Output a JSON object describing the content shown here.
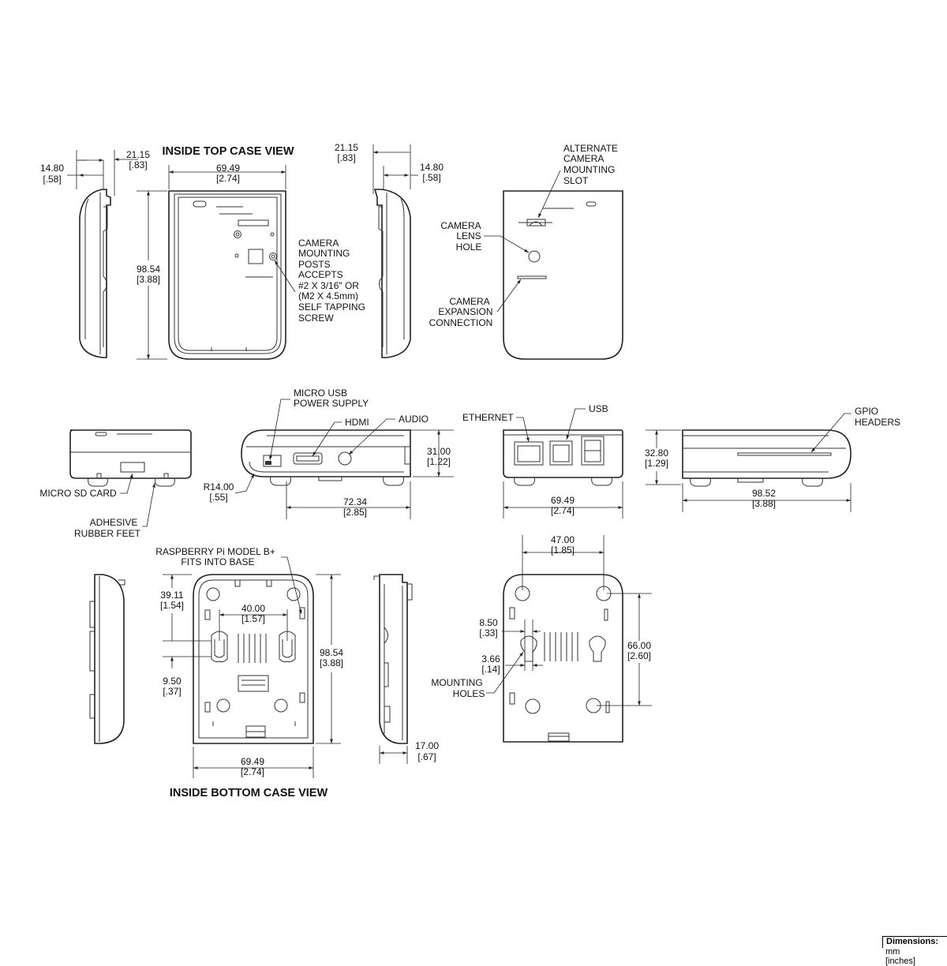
{
  "titles": {
    "top_view": "INSIDE TOP CASE VIEW",
    "bottom_view": "INSIDE BOTTOM CASE VIEW"
  },
  "dimensions": {
    "w_top_mm": "69.49",
    "w_top_in": "[2.74]",
    "h_top_mm": "98.54",
    "h_top_in": "[3.88]",
    "side_left_a_mm": "14.80",
    "side_left_a_in": "[.58]",
    "side_left_b_mm": "21.15",
    "side_left_b_in": "[.83]",
    "side_right_b_mm": "21.15",
    "side_right_b_in": "[.83]",
    "side_right_a_mm": "14.80",
    "side_right_a_in": "[.58]",
    "front_h_mm": "31.00",
    "front_h_in": "[1.22]",
    "front_r_mm": "R14.00",
    "front_r_in": "[.55]",
    "front_w_mm": "72.34",
    "front_w_in": "[2.85]",
    "end_w_mm": "69.49",
    "end_w_in": "[2.74]",
    "right_h_mm": "32.80",
    "right_h_in": "[1.29]",
    "right_w_mm": "98.52",
    "right_w_in": "[3.88]",
    "b_top_mm": "39.11",
    "b_top_in": "[1.54]",
    "b_holes_mm": "40.00",
    "b_holes_in": "[1.57]",
    "b_slot_mm": "9.50",
    "b_slot_in": "[.37]",
    "b_h_mm": "98.54",
    "b_h_in": "[3.88]",
    "b_w_mm": "69.49",
    "b_w_in": "[2.74]",
    "b_side_mm": "17.00",
    "b_side_in": "[.67]",
    "bb_w_mm": "47.00",
    "bb_w_in": "[1.85]",
    "bb_a_mm": "8.50",
    "bb_a_in": "[.33]",
    "bb_b_mm": "3.66",
    "bb_b_in": "[.14]",
    "bb_h_mm": "66.00",
    "bb_h_in": "[2.60]"
  },
  "callouts": {
    "camera_posts": [
      "CAMERA",
      "MOUNTING",
      "POSTS",
      "ACCEPTS",
      "#2 X 3/16\" OR",
      "(M2 X 4.5mm)",
      "SELF TAPPING",
      "SCREW"
    ],
    "alt_camera": [
      "ALTERNATE",
      "CAMERA",
      "MOUNTING",
      "SLOT"
    ],
    "camera_lens": [
      "CAMERA",
      "LENS",
      "HOLE"
    ],
    "camera_exp": [
      "CAMERA",
      "EXPANSION",
      "CONNECTION"
    ],
    "micro_usb": [
      "MICRO USB",
      "POWER SUPPLY"
    ],
    "hdmi": "HDMI",
    "audio": "AUDIO",
    "ethernet": "ETHERNET",
    "usb": "USB",
    "gpio": [
      "GPIO",
      "HEADERS"
    ],
    "micro_sd": "MICRO SD CARD",
    "rubber_feet": [
      "ADHESIVE",
      "RUBBER FEET"
    ],
    "rpi_fits": [
      "RASPBERRY Pi MODEL B+",
      "FITS INTO BASE"
    ],
    "mounting_holes": [
      "MOUNTING",
      "HOLES"
    ]
  },
  "legend": {
    "title": "Dimensions:",
    "unit1": "mm",
    "unit2": "[inches]"
  }
}
